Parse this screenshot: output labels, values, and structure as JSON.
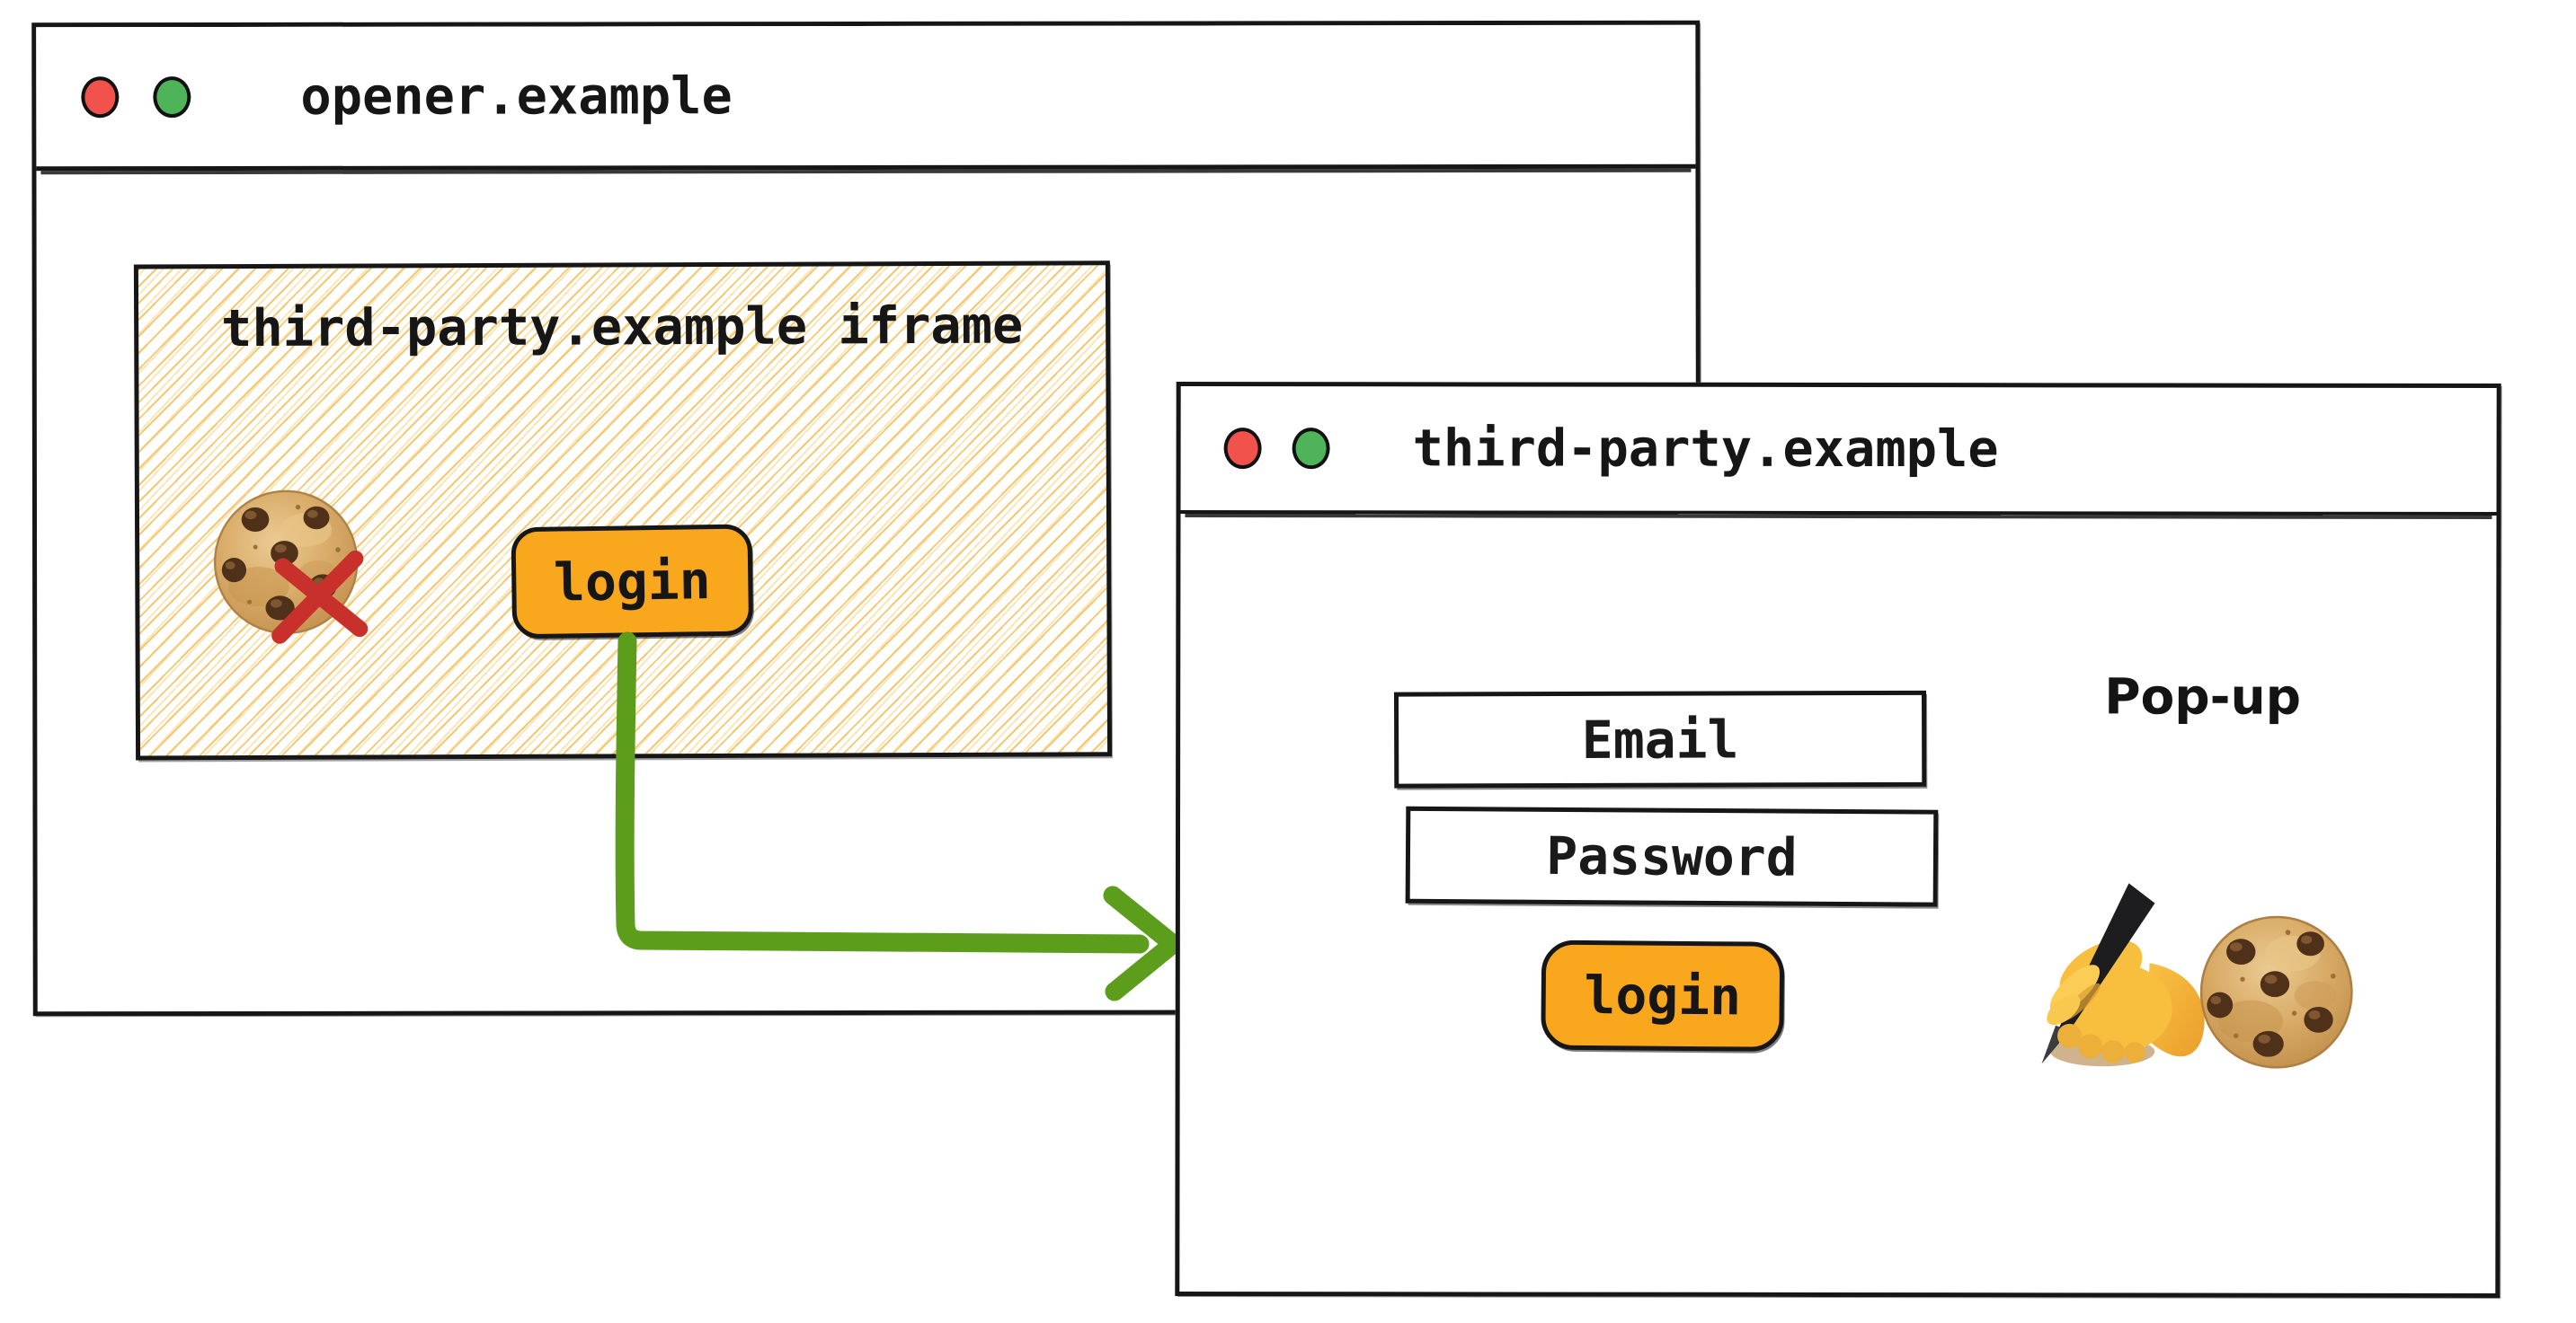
{
  "colors": {
    "accent_orange": "#F9A71D",
    "arrow_green": "#5C9E1B",
    "blocked_x_red": "#C8302C",
    "traffic_light_red": "#F1534C",
    "traffic_light_green": "#4FB35A",
    "hatch_gold": "#F3C66C",
    "ink": "#161616"
  },
  "opener_window": {
    "title": "opener.example",
    "iframe": {
      "label": "third-party.example iframe",
      "login_button_label": "login",
      "blocked_cookie_icon": "cookie-with-red-x"
    }
  },
  "popup_window": {
    "title": "third-party.example",
    "window_label": "Pop-up",
    "email_field_label": "Email",
    "password_field_label": "Password",
    "login_button_label": "login",
    "decoration_icons": [
      "writing-hand",
      "cookie"
    ]
  }
}
